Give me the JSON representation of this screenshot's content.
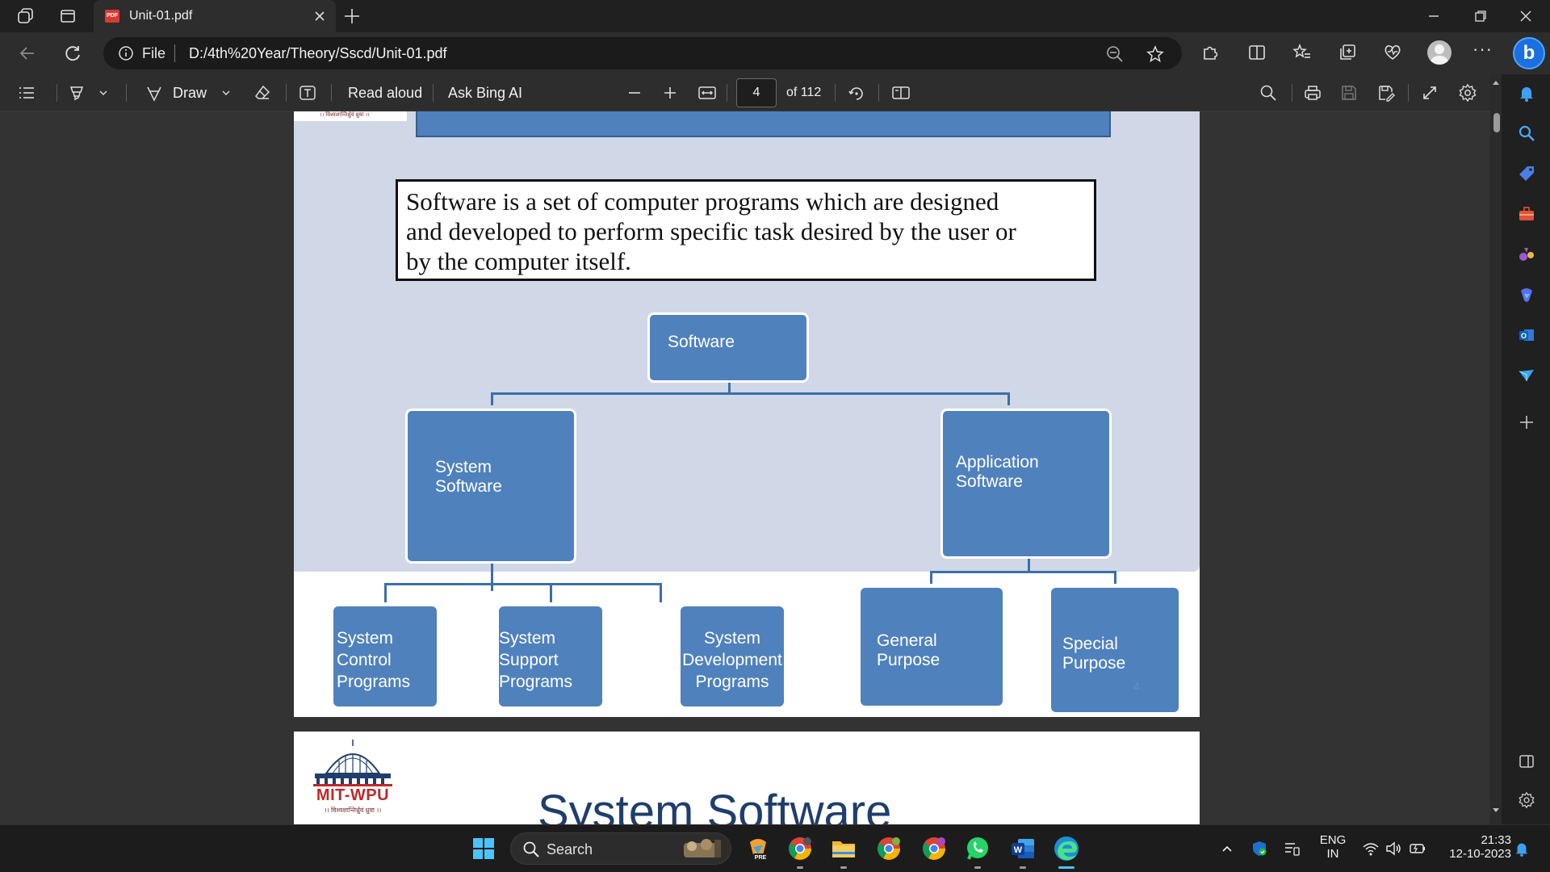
{
  "browser": {
    "tab_title": "Unit-01.pdf",
    "url_scheme": "File",
    "url": "D:/4th%20Year/Theory/Sscd/Unit-01.pdf",
    "more_label": "···"
  },
  "pdf_toolbar": {
    "draw_label": "Draw",
    "read_aloud_label": "Read aloud",
    "ask_bing_label": "Ask Bing AI",
    "page_current": "4",
    "page_total": "of 112"
  },
  "slide": {
    "definition": "Software is a set of computer programs which are designed and developed to perform specific task desired by the user or by the computer itself.",
    "definition_lines": [
      "Software is a set of computer programs which are designed",
      "and developed to perform specific task desired by the user or",
      "by the computer itself."
    ],
    "root": "Software",
    "system_software": "System\nSoftware",
    "application_software": "Application\nSoftware",
    "system_control": "System\nControl\nPrograms",
    "system_support": "System\nSupport\nPrograms",
    "system_development": "System\nDevelopment\nPrograms",
    "general_purpose": "General\nPurpose",
    "special_purpose": "Special\nPurpose",
    "page_number": "4",
    "logo_caption": "।। विश्वशान्तिर्ध्रुवं ध्रुवा ।।"
  },
  "next_slide": {
    "logo_text": "MIT-WPU",
    "logo_caption": "।। विश्वशान्तिर्ध्रुवं ध्रुवा ।।",
    "title": "System Software"
  },
  "taskbar": {
    "search_label": "Search",
    "lang_line1": "ENG",
    "lang_line2": "IN",
    "time": "21:33",
    "date": "12-10-2023"
  },
  "colors": {
    "slide_background": "#d0d7e7",
    "node_fill": "#4f81bd",
    "accent": "#1b6fe0"
  }
}
